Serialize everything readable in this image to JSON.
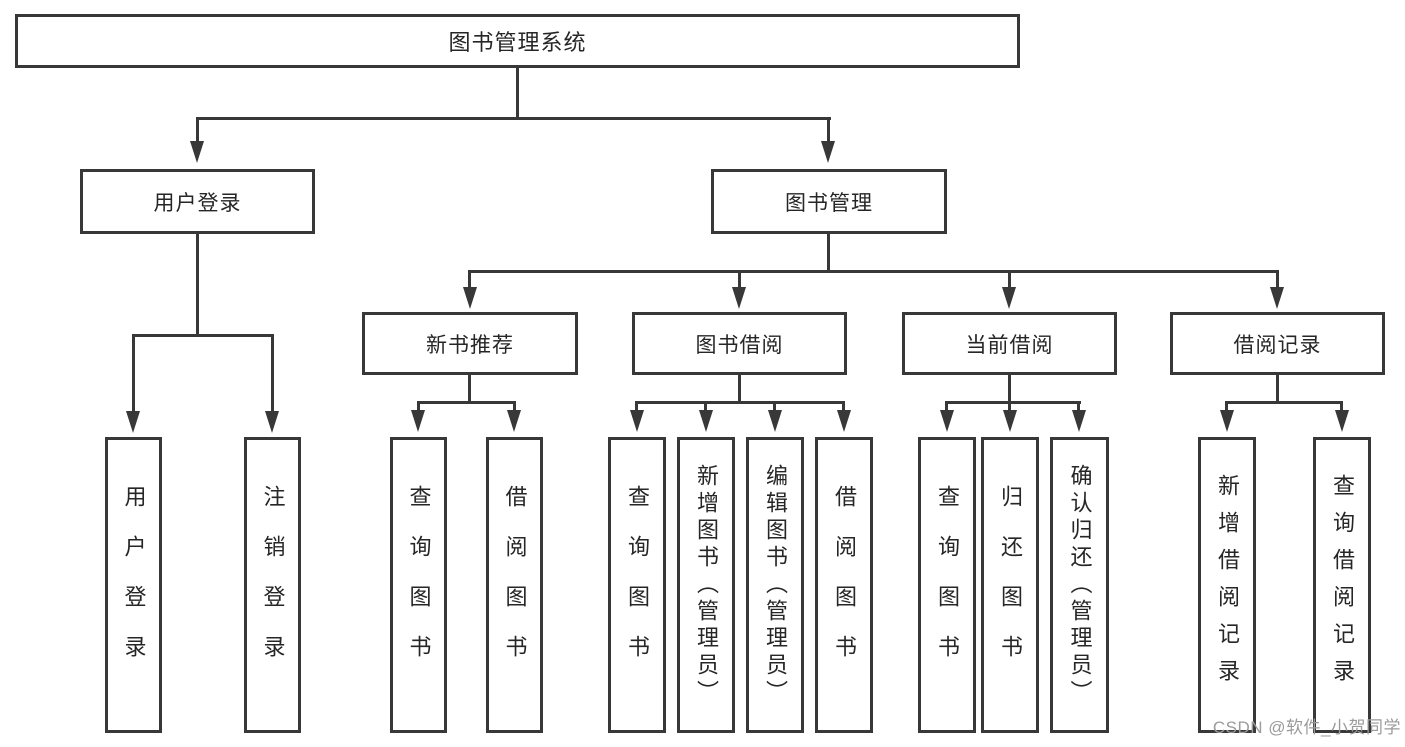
{
  "diagram": {
    "root": {
      "label": "图书管理系统"
    },
    "level2": [
      {
        "label": "用户登录"
      },
      {
        "label": "图书管理"
      }
    ],
    "level3": [
      {
        "label": "新书推荐"
      },
      {
        "label": "图书借阅"
      },
      {
        "label": "当前借阅"
      },
      {
        "label": "借阅记录"
      }
    ],
    "leaves": {
      "user_login": [
        "用户登录",
        "注销登录"
      ],
      "new_books": [
        "查询图书",
        "借阅图书"
      ],
      "book_borrow": [
        "查询图书",
        "新增图书（管理员）",
        "编辑图书（管理员）",
        "借阅图书"
      ],
      "current_borrow": [
        "查询图书",
        "归还图书",
        "确认归还（管理员）"
      ],
      "records": [
        "新增借阅记录",
        "查询借阅记录"
      ]
    }
  },
  "watermark": {
    "text": "CSDN @软件_小贺同学",
    "color": "#9b9b9b"
  },
  "colors": {
    "line": "#383838",
    "box_border": "#383838",
    "text": "#262626",
    "background": "#ffffff"
  }
}
